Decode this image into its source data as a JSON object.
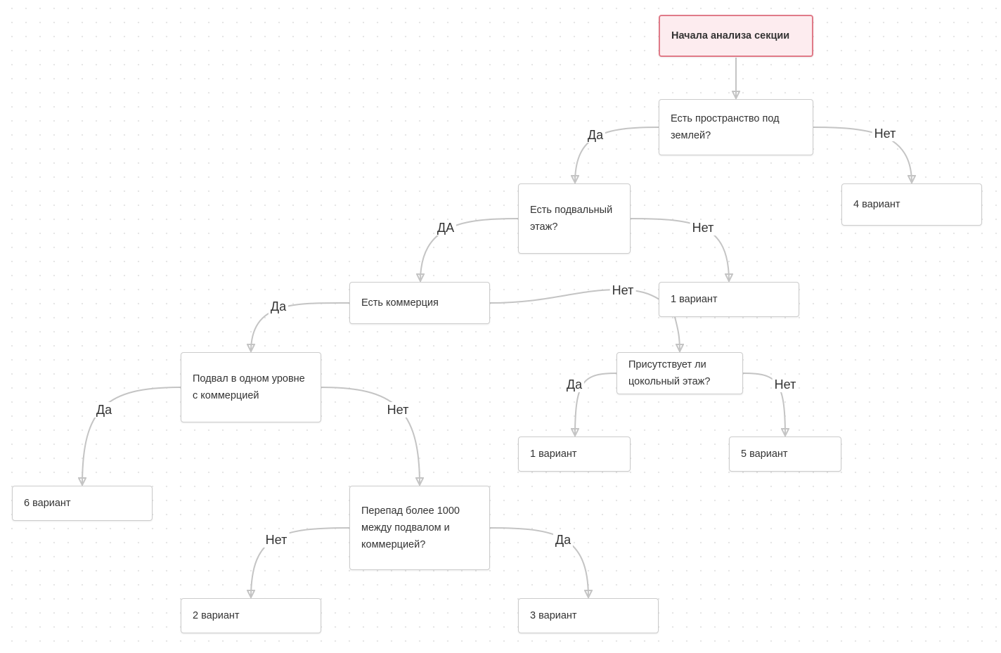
{
  "nodes": {
    "start": "Начала анализа секции",
    "underground": "Есть пространство под землей?",
    "basement_floor": "Есть подвальный этаж?",
    "variant4": "4 вариант",
    "commerce": "Есть коммерция",
    "variant1_a": "1 вариант",
    "basement_same_level": "Подвал в одном уровне с коммерцией",
    "plinth_floor": "Присутствует ли цокольный этаж?",
    "variant1_b": "1 вариант",
    "variant5": "5 вариант",
    "variant6": "6 вариант",
    "height_difference": "Перепад более 1000 между подвалом и коммерцией?",
    "variant2": "2 вариант",
    "variant3": "3 вариант"
  },
  "edges": {
    "underground_yes": "Да",
    "underground_no": "Нет",
    "basement_yes": "ДА",
    "basement_no": "Нет",
    "commerce_yes": "Да",
    "commerce_no": "Нет",
    "same_level_yes": "Да",
    "same_level_no": "Нет",
    "plinth_yes": "Да",
    "plinth_no": "Нет",
    "height_no": "Нет",
    "height_yes": "Да"
  },
  "colors": {
    "start_fill": "#fdecef",
    "start_border": "#e07a88",
    "connector": "#c4c4c4",
    "node_border": "#cccccc"
  }
}
